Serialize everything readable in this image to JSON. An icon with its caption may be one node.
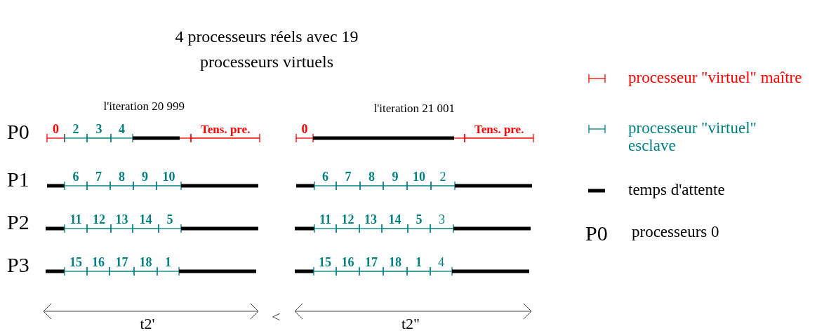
{
  "diagram": {
    "title": "4 processeurs réels avec 19 processeurs virtuels",
    "labels": [
      "l'iteration 20 999",
      "l'iteration 21 001",
      "P0",
      "0",
      "2",
      "3",
      "4",
      "Tens. pre.",
      "0",
      "Tens. pre.",
      "P1",
      "6",
      "7",
      "8",
      "9",
      "10",
      "6",
      "7",
      "8",
      "9",
      "10",
      "2",
      "P2",
      "11",
      "12",
      "13",
      "14",
      "5",
      "11",
      "12",
      "13",
      "14",
      "5",
      "3",
      "P3",
      "15",
      "16",
      "17",
      "18",
      "1",
      "15",
      "16",
      "17",
      "18",
      "1",
      "4",
      "t2'",
      "<",
      "t2\"",
      "P0"
    ],
    "legend": [
      {
        "text": "processeur \"virtuel\" maître"
      },
      {
        "text": "processeur \"virtuel\" esclave"
      },
      {
        "text": "temps d'attente"
      },
      {
        "text": "processeurs 0"
      }
    ]
  }
}
